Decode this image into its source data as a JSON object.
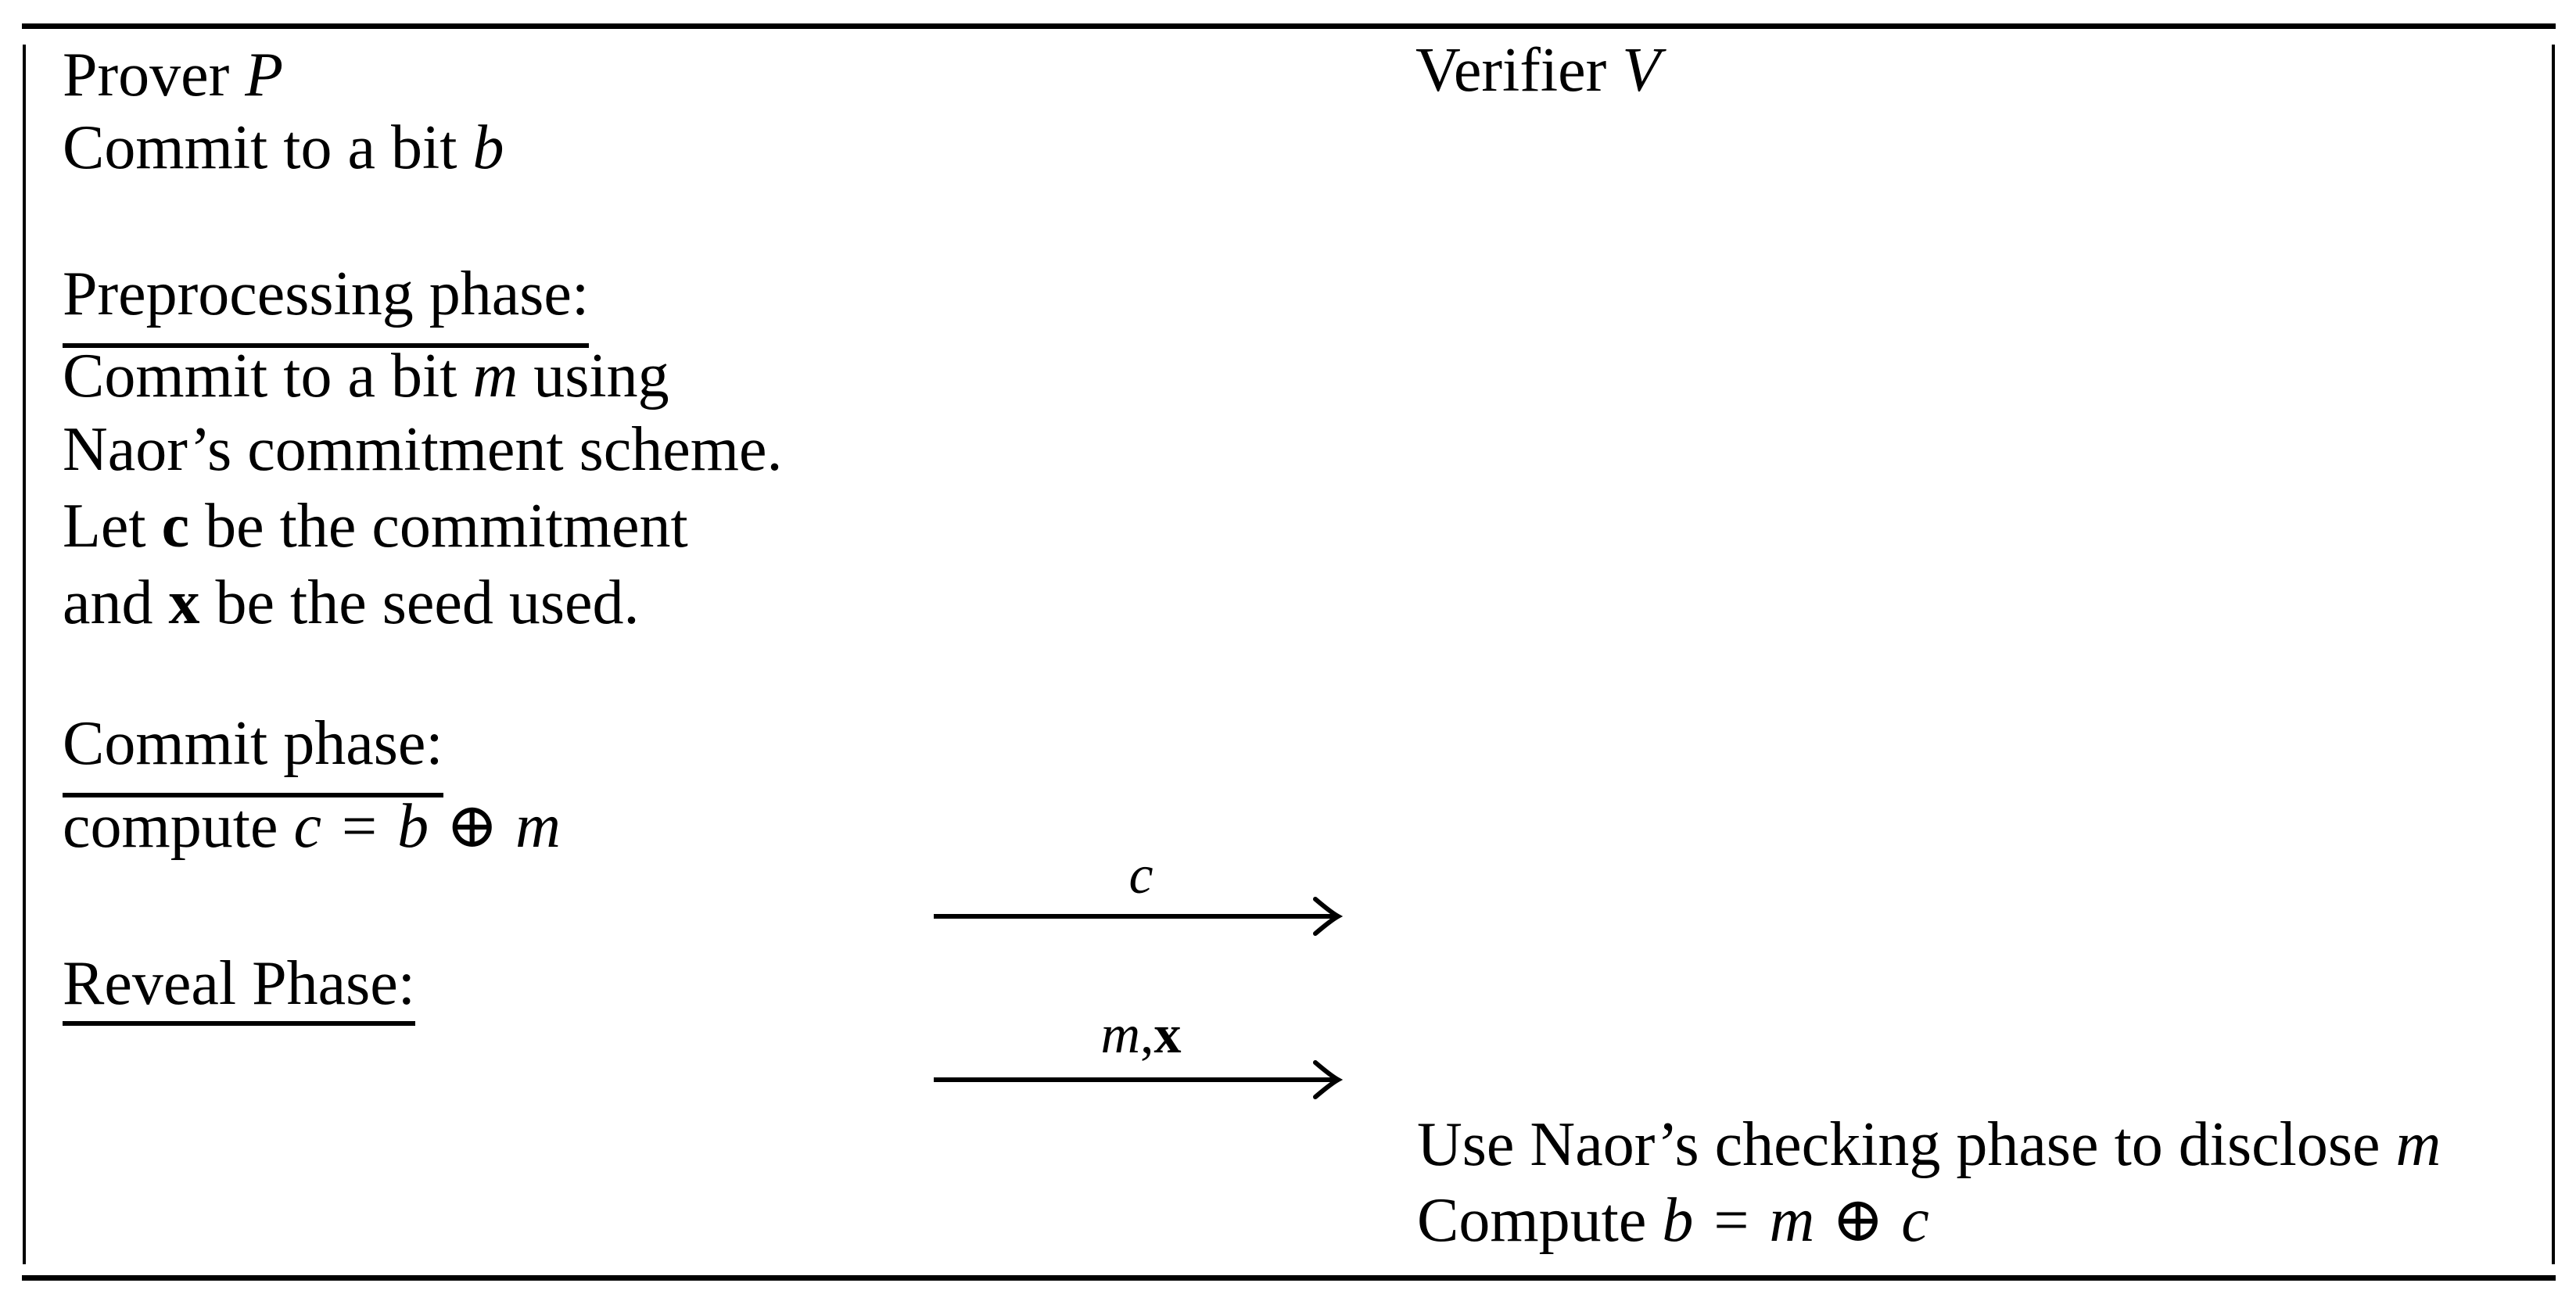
{
  "figure": {
    "colors": {
      "ink": "#000000",
      "background": "#ffffff"
    },
    "prover": {
      "label": "Prover",
      "symbol": "P"
    },
    "verifier": {
      "label": "Verifier",
      "symbol": "V"
    },
    "left": {
      "commit_bit": {
        "pre": "Commit to a bit ",
        "var": "b"
      },
      "preprocessing": {
        "heading": "Preprocessing phase:",
        "l1_pre": "Commit to a bit ",
        "l1_var": "m",
        "l1_post": " using",
        "l2": "Naor’s commitment scheme.",
        "l3_pre": "Let ",
        "l3_var": "c",
        "l3_post": " be the commitment",
        "l4_pre": "and ",
        "l4_var": "x",
        "l4_post": " be the seed used."
      },
      "commit": {
        "heading": "Commit phase:",
        "eq_pre": "compute ",
        "eq_lhs": "c",
        "eq_rel": "=",
        "eq_rhs1": "b",
        "eq_op": "⊕",
        "eq_rhs2": "m"
      },
      "reveal": {
        "heading": "Reveal Phase:"
      }
    },
    "messages": [
      {
        "label": "c"
      },
      {
        "var_m": "m",
        "comma": ",",
        "var_x": "x"
      }
    ],
    "verifier_col": {
      "step1_pre": "Use Naor’s checking phase to disclose ",
      "step1_var": "m",
      "step2_pre": "Compute ",
      "step2_lhs": "b",
      "step2_rel": "=",
      "step2_rhs1": "m",
      "step2_op": "⊕",
      "step2_rhs2": "c"
    }
  }
}
